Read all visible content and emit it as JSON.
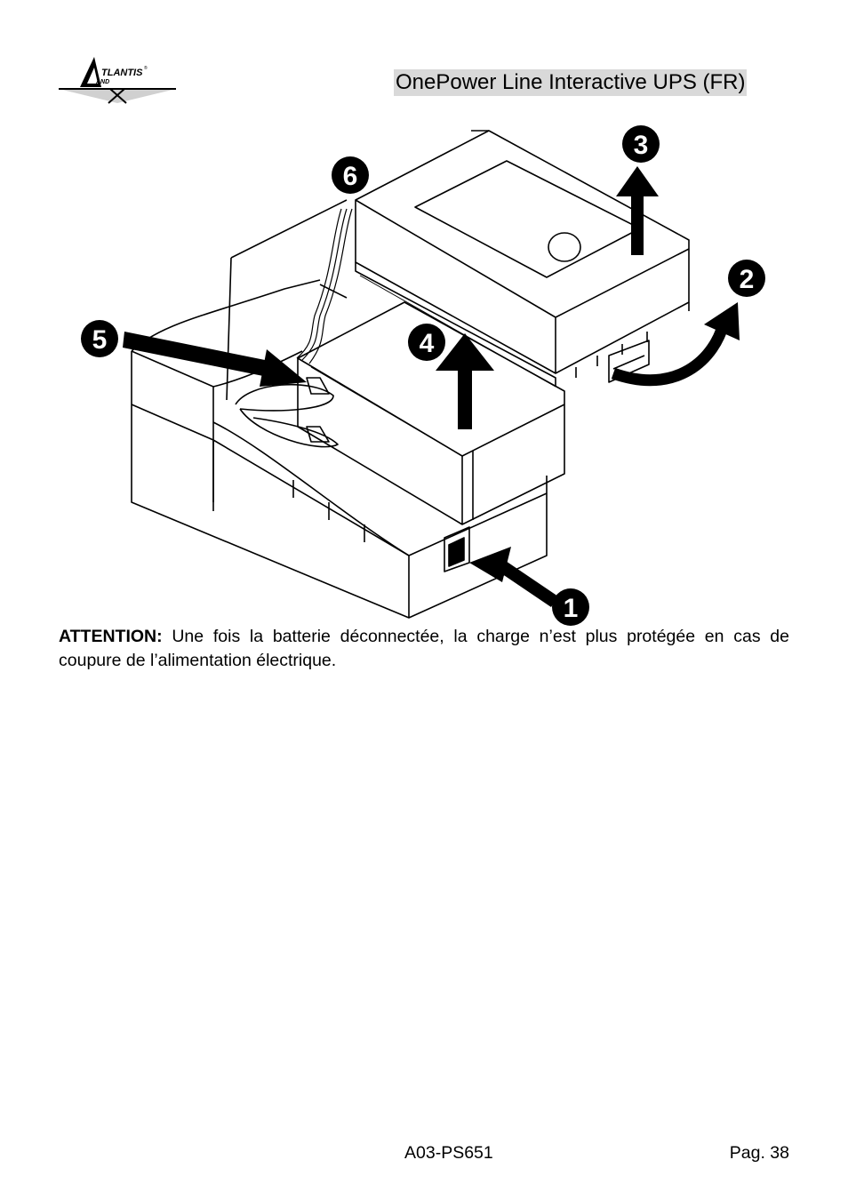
{
  "header": {
    "logo_text": "ATLANTIS LAND",
    "title": "OnePower Line Interactive UPS (FR)"
  },
  "figure": {
    "step_labels": [
      "1",
      "2",
      "3",
      "4",
      "5",
      "6"
    ]
  },
  "body": {
    "attention_label": "ATTENTION:",
    "attention_text": " Une fois la batterie déconnectée, la charge n’est plus protégée en cas de coupure de l’alimentation électrique."
  },
  "footer": {
    "model_code": "A03-PS651",
    "page_label": "Pag. 38"
  }
}
